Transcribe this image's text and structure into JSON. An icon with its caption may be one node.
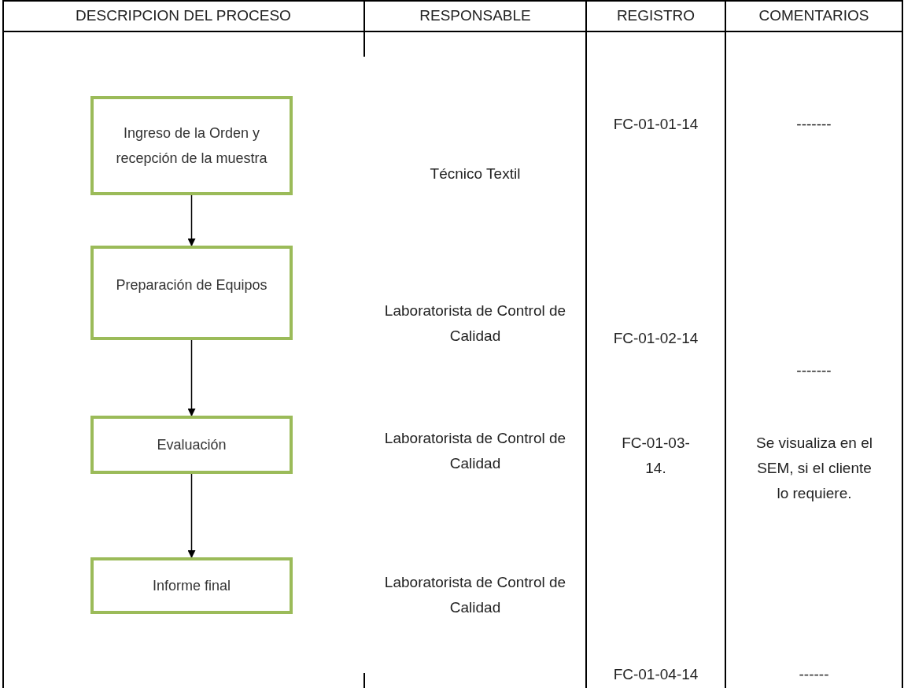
{
  "diagram": {
    "nodes": [
      {
        "text": [
          "Ingreso de la Orden y recepción de la muestra"
        ]
      },
      {
        "text": [
          "Preparación de Equipos"
        ]
      },
      {
        "text": [
          "Evaluación"
        ]
      },
      {
        "text": [
          "Informe final"
        ]
      }
    ],
    "edges": [
      {
        "from": 0,
        "to": 1,
        "arrow": "to"
      },
      {
        "from": 1,
        "to": 2,
        "arrow": "to"
      },
      {
        "from": 2,
        "to": 3,
        "arrow": "to"
      }
    ],
    "labels": [
      "DESCRIPCION DEL PROCESO",
      "RESPONSABLE",
      "REGISTRO",
      "COMENTARIOS",
      "FC-01-01-14",
      "-------",
      "Técnico Textil",
      "Laboratorista de Control de Calidad",
      "FC-01-02-14",
      "-------",
      "Laboratorista de Control de Calidad",
      "FC-01-03- 14.",
      "Se visualiza en el SEM, si el cliente lo requiere.",
      "Laboratorista de Control de Calidad",
      "FC-01-04-14",
      "------"
    ]
  }
}
